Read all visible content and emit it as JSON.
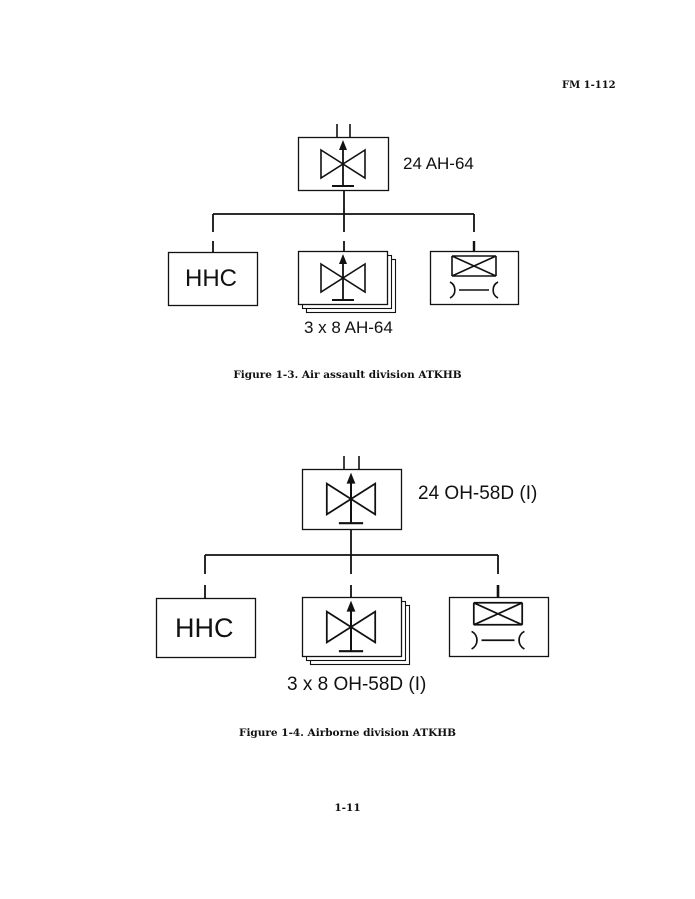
{
  "header": {
    "manual_id": "FM 1-112"
  },
  "figures": [
    {
      "caption": "Figure 1-3.  Air assault division ATKHB",
      "top_unit": {
        "symbol": "attack-helicopter-battalion",
        "strength_label": "24 AH-64"
      },
      "subunits": [
        {
          "symbol": "hhc",
          "label": "HHC"
        },
        {
          "symbol": "attack-helicopter-company",
          "stacked_count": 3,
          "strength_label": "3 x 8 AH-64"
        },
        {
          "symbol": "aviation-maintenance-company"
        }
      ]
    },
    {
      "caption": "Figure 1-4.  Airborne division ATKHB",
      "top_unit": {
        "symbol": "attack-helicopter-battalion",
        "strength_label": "24 OH-58D (I)"
      },
      "subunits": [
        {
          "symbol": "hhc",
          "label": "HHC"
        },
        {
          "symbol": "attack-helicopter-company",
          "stacked_count": 3,
          "strength_label": "3 x 8 OH-58D (I)"
        },
        {
          "symbol": "aviation-maintenance-company"
        }
      ]
    }
  ],
  "footer": {
    "page_number": "1-11"
  }
}
